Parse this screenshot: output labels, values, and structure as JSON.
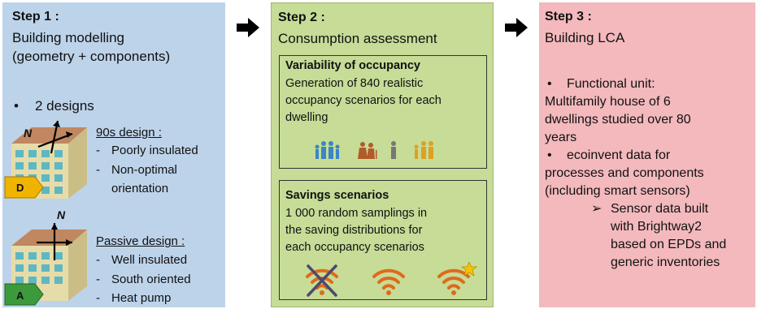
{
  "step1": {
    "title": "Step 1 :",
    "subtitle": [
      "Building modelling",
      "(geometry + components)"
    ],
    "bullet": "2 designs",
    "design_d": {
      "badge": "D",
      "compass": "N",
      "heading": "90s design :",
      "items": [
        "Poorly insulated",
        "Non-optimal",
        "orientation"
      ]
    },
    "design_a": {
      "badge": "A",
      "compass": "N",
      "heading": "Passive design :",
      "items": [
        "Well insulated",
        "South oriented",
        "Heat pump"
      ]
    }
  },
  "step2": {
    "title": "Step 2 :",
    "subtitle": "Consumption assessment",
    "box1": {
      "title": "Variability of occupancy",
      "text": [
        "Generation of 840 realistic",
        "occupancy scenarios for each",
        "dwelling"
      ]
    },
    "box2": {
      "title": "Savings scenarios",
      "text": [
        "1 000 random samplings in",
        "the saving distributions for",
        "each occupancy scenarios"
      ]
    }
  },
  "step3": {
    "title": "Step 3 :",
    "subtitle": "Building LCA",
    "lines": [
      "Functional unit:",
      "Multifamily house of 6",
      "dwellings studied over 80",
      "years",
      "ecoinvent data for",
      "processes and components",
      "(including smart sensors)",
      "Sensor data built",
      "with Brightway2",
      "based on  EPDs and",
      "generic inventories"
    ]
  },
  "colors": {
    "step1_bg": "#bdd3ea",
    "step2_bg": "#c6dc97",
    "step3_bg": "#f3b9bd",
    "people": "#e0a020",
    "people_blue": "#3a86c6",
    "people_brown": "#b35a2a",
    "people_grey": "#777777",
    "wifi": "#e06a1a",
    "badge_d": "#f0b400",
    "badge_a": "#3c9a3c"
  }
}
